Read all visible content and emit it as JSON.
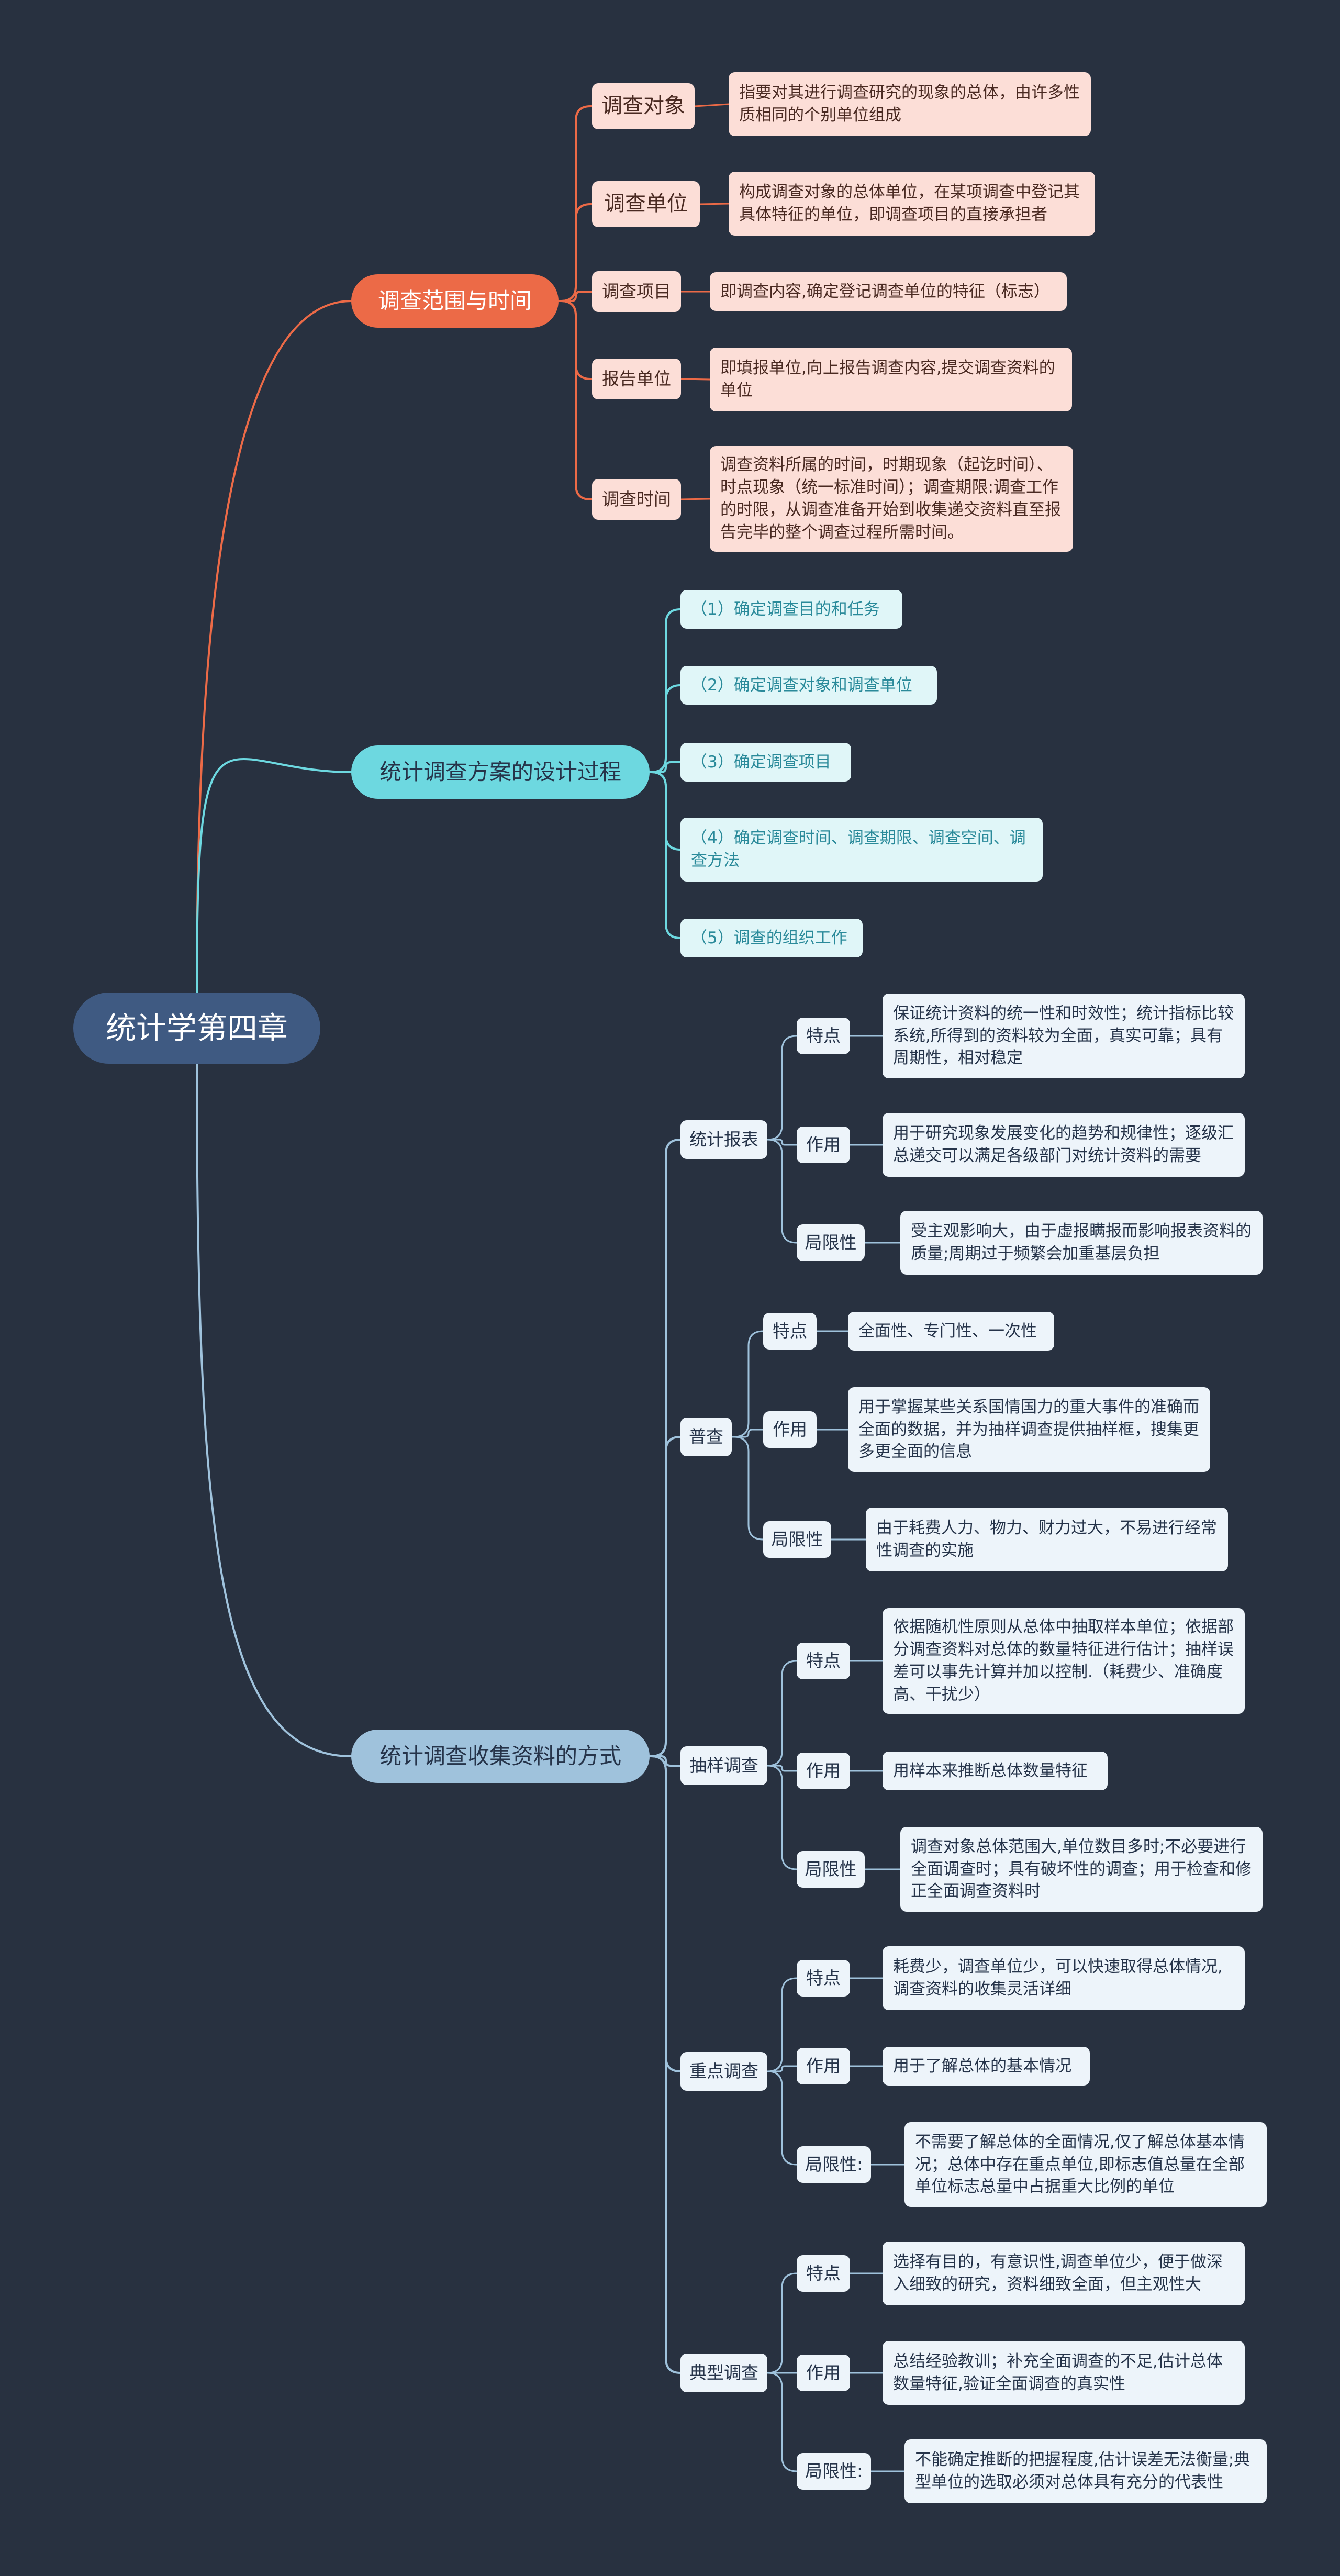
{
  "root": "统计学第四章",
  "colors": {
    "background": "#283140",
    "root": "#3f5a82",
    "red": "#ec6a47",
    "cyan": "#6dd8e0",
    "blue": "#9fc2dc"
  },
  "branch1": {
    "label": "调查范围与时间",
    "items": [
      {
        "label": "调查对象",
        "text": "指要对其进行调查研究的现象的总体，由许多性质相同的个别单位组成"
      },
      {
        "label": "调查单位",
        "text": "构成调查对象的总体单位，在某项调查中登记其具体特征的单位，即调查项目的直接承担者"
      },
      {
        "label": "调查项目",
        "text": "即调查内容,确定登记调查单位的特征（标志）"
      },
      {
        "label": "报告单位",
        "text": "即填报单位,向上报告调查内容,提交调查资料的单位"
      },
      {
        "label": "调查时间",
        "text": "调查资料所属的时间，时期现象（起讫时间）、时点现象（统一标准时间）；调查期限:调查工作的时限，从调查准备开始到收集递交资料直至报告完毕的整个调查过程所需时间。"
      }
    ]
  },
  "branch2": {
    "label": "统计调查方案的设计过程",
    "items": [
      "（1）确定调查目的和任务",
      "（2）确定调查对象和调查单位",
      "（3）确定调查项目",
      "（4）确定调查时间、调查期限、调查空间、调查方法",
      "（5）调查的组织工作"
    ]
  },
  "branch3": {
    "label": "统计调查收集资料的方式",
    "methods": [
      {
        "label": "统计报表",
        "items": [
          {
            "label": "特点",
            "text": "保证统计资料的统一性和时效性；统计指标比较系统,所得到的资料较为全面，真实可靠；具有周期性，相对稳定"
          },
          {
            "label": "作用",
            "text": "用于研究现象发展变化的趋势和规律性；逐级汇总递交可以满足各级部门对统计资料的需要"
          },
          {
            "label": "局限性",
            "text": "受主观影响大，由于虚报瞒报而影响报表资料的质量;周期过于频繁会加重基层负担"
          }
        ]
      },
      {
        "label": "普查",
        "items": [
          {
            "label": "特点",
            "text": "全面性、专门性、一次性"
          },
          {
            "label": "作用",
            "text": "用于掌握某些关系国情国力的重大事件的准确而全面的数据，并为抽样调查提供抽样框，搜集更多更全面的信息"
          },
          {
            "label": "局限性",
            "text": "由于耗费人力、物力、财力过大，不易进行经常性调查的实施"
          }
        ]
      },
      {
        "label": "抽样调查",
        "items": [
          {
            "label": "特点",
            "text": "依据随机性原则从总体中抽取样本单位；依据部分调查资料对总体的数量特征进行估计；抽样误差可以事先计算并加以控制.（耗费少、准确度高、干扰少）"
          },
          {
            "label": "作用",
            "text": "用样本来推断总体数量特征"
          },
          {
            "label": "局限性",
            "text": "调查对象总体范围大,单位数目多时;不必要进行全面调查时；具有破坏性的调查；用于检查和修正全面调查资料时"
          }
        ]
      },
      {
        "label": "重点调查",
        "items": [
          {
            "label": "特点",
            "text": "耗费少，调查单位少，可以快速取得总体情况,调查资料的收集灵活详细"
          },
          {
            "label": "作用",
            "text": "用于了解总体的基本情况"
          },
          {
            "label": "局限性:",
            "text": "不需要了解总体的全面情况,仅了解总体基本情况；总体中存在重点单位,即标志值总量在全部单位标志总量中占据重大比例的单位"
          }
        ]
      },
      {
        "label": "典型调查",
        "items": [
          {
            "label": "特点",
            "text": "选择有目的，有意识性,调查单位少，便于做深入细致的研究，资料细致全面，但主观性大"
          },
          {
            "label": "作用",
            "text": "总结经验教训；补充全面调查的不足,估计总体数量特征,验证全面调查的真实性"
          },
          {
            "label": "局限性:",
            "text": "不能确定推断的把握程度,估计误差无法衡量;典型单位的选取必须对总体具有充分的代表性"
          }
        ]
      }
    ]
  }
}
